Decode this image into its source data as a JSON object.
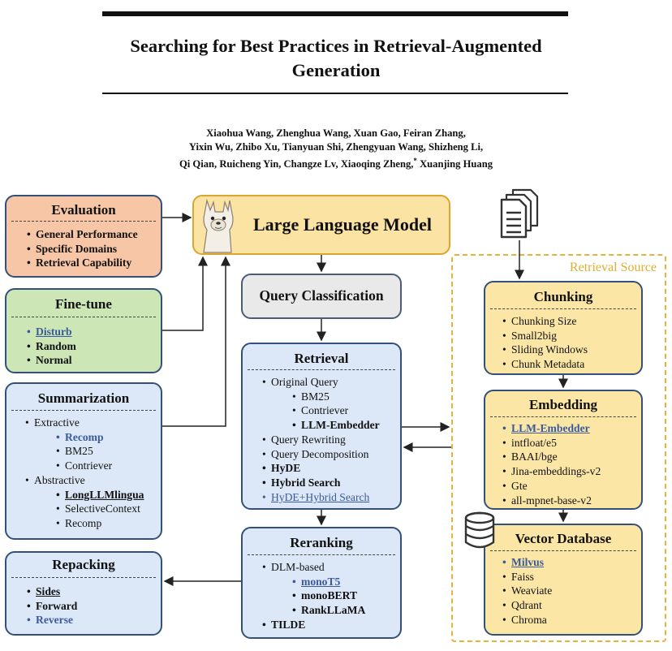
{
  "paper": {
    "title": "Searching for Best Practices in Retrieval-Augmented Generation",
    "title_line1": "Searching for Best Practices in Retrieval-Augmented",
    "title_line2": "Generation",
    "authors_lines": [
      "Xiaohua Wang,  Zhenghua Wang,  Xuan Gao,  Feiran Zhang,",
      "Yixin Wu,  Zhibo Xu,  Tianyuan Shi,  Zhengyuan Wang,  Shizheng Li,",
      "Qi Qian,  Ruicheng Yin,  Changze Lv,  Xiaoqing Zheng,"
    ],
    "authors_line3_star": "*",
    "authors_line3_tail": " Xuanjing Huang"
  },
  "diagram": {
    "llm": {
      "title": "Large Language Model",
      "icon": "llama-icon"
    },
    "evaluation": {
      "title": "Evaluation",
      "items": [
        "General Performance",
        "Specific Domains",
        "Retrieval Capability"
      ]
    },
    "finetune": {
      "title": "Fine-tune",
      "items": [
        "Disturb",
        "Random",
        "Normal"
      ]
    },
    "summarization": {
      "title": "Summarization",
      "extractive": "Extractive",
      "extractive_items": [
        "Recomp",
        "BM25",
        "Contriever"
      ],
      "abstractive": "Abstractive",
      "abstractive_items": [
        "LongLLMlingua",
        "SelectiveContext",
        "Recomp"
      ]
    },
    "repacking": {
      "title": "Repacking",
      "items": [
        "Sides",
        "Forward",
        "Reverse"
      ]
    },
    "query_classification": {
      "title": "Query Classification"
    },
    "retrieval": {
      "title": "Retrieval",
      "original_query": "Original Query",
      "sub_items": [
        "BM25",
        "Contriever",
        "LLM-Embedder"
      ],
      "items": [
        "Query Rewriting",
        "Query Decomposition",
        "HyDE",
        "Hybrid Search",
        "HyDE+Hybrid Search"
      ]
    },
    "reranking": {
      "title": "Reranking",
      "dlm": "DLM-based",
      "dlm_items": [
        "monoT5",
        "monoBERT",
        "RankLLaMA"
      ],
      "tilde": "TILDE"
    },
    "retrieval_source": {
      "label": "Retrieval Source",
      "document_icon": "documents-icon",
      "database_icon": "database-icon"
    },
    "chunking": {
      "title": "Chunking",
      "items": [
        "Chunking Size",
        "Small2big",
        "Sliding Windows",
        "Chunk Metadata"
      ]
    },
    "embedding": {
      "title": "Embedding",
      "items": [
        "LLM-Embedder",
        "intfloat/e5",
        "BAAI/bge",
        "Jina-embeddings-v2",
        "Gte",
        "all-mpnet-base-v2"
      ]
    },
    "vector_database": {
      "title": "Vector Database",
      "items": [
        "Milvus",
        "Faiss",
        "Weaviate",
        "Qdrant",
        "Chroma"
      ]
    },
    "colors": {
      "evaluation_fill": "#f6c6a6",
      "finetune_fill": "#cde6b6",
      "module_fill_blue": "#dce8f7",
      "source_fill_yellow": "#fbe6a6",
      "llm_fill": "#fbe4a3",
      "highlight_link": "#3a5a9a",
      "source_border": "#e6b23a"
    }
  }
}
